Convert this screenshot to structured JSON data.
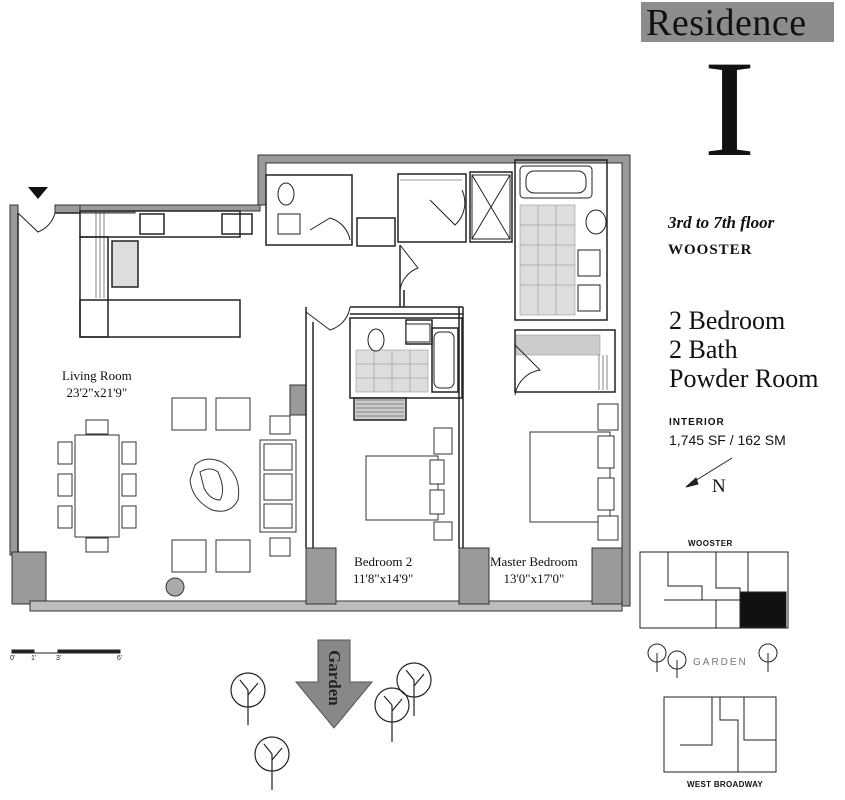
{
  "residence": {
    "title": "Residence",
    "number": "I"
  },
  "floors": "3rd to 7th floor",
  "building": "WOOSTER",
  "config": [
    "2 Bedroom",
    "2 Bath",
    "Powder Room"
  ],
  "interior": {
    "label": "INTERIOR",
    "value": "1,745 SF / 162 SM"
  },
  "north_label": "N",
  "rooms": {
    "living": {
      "name": "Living Room",
      "dims": "23'2\"x21'9\""
    },
    "bed2": {
      "name": "Bedroom 2",
      "dims": "11'8\"x14'9\""
    },
    "master": {
      "name": "Master Bedroom",
      "dims": "13'0\"x17'0\""
    }
  },
  "garden_label": "Garden",
  "key_plan": {
    "top": "WOOSTER",
    "middle": "GARDEN",
    "bottom": "WEST BROADWAY"
  },
  "scale_ticks": [
    "0'",
    "1'",
    "3'",
    "6'"
  ],
  "colors": {
    "wall": "#9a9a9a",
    "line": "#222222",
    "title_bg": "#8c8c8c"
  }
}
